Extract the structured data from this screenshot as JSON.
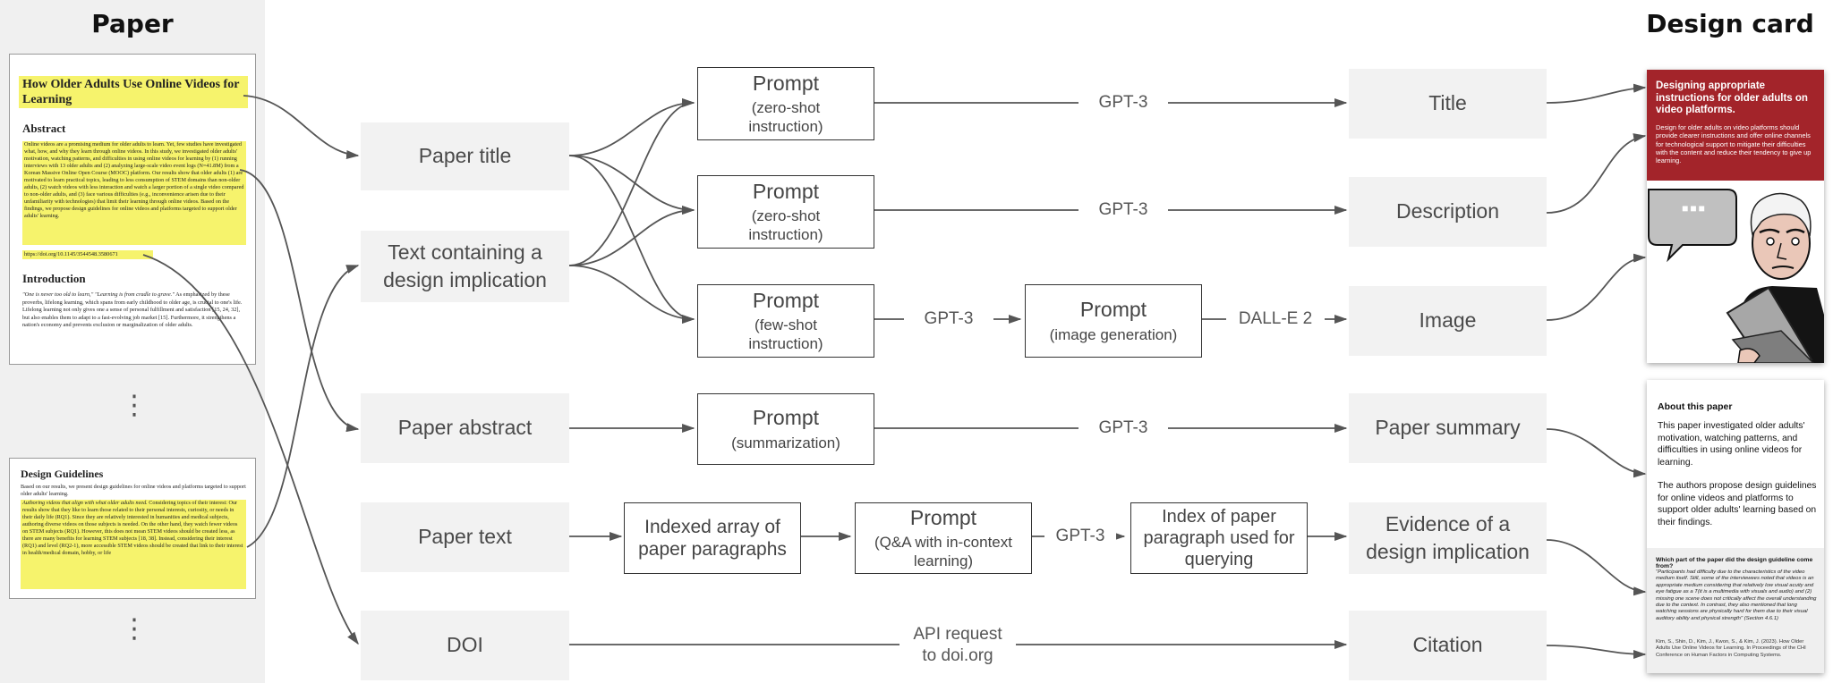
{
  "headings": {
    "paper": "Paper",
    "design_card": "Design card"
  },
  "paper_page1": {
    "title": "How Older Adults Use Online Videos for Learning",
    "abstract_heading": "Abstract",
    "abstract_text": "Online videos are a promising medium for older adults to learn. Yet, few studies have investigated what, how, and why they learn through online videos. In this study, we investigated older adults' motivation, watching patterns, and difficulties in using online videos for learning by (1) running interviews with 13 older adults and (2) analyzing large-scale video event logs (N=41.8M) from a Korean Massive Online Open Course (MOOC) platform. Our results show that older adults (1) are motivated to learn practical topics, leading to less consumption of STEM domains than non-older adults, (2) watch videos with less interaction and watch a larger portion of a single video compared to non-older adults, and (3) face various difficulties (e.g., inconvenience arisen due to their unfamiliarity with technologies) that limit their learning through online videos. Based on the findings, we propose design guidelines for online videos and platforms targeted to support older adults' learning.",
    "doi": "https://doi.org/10.1145/3544548.3580671",
    "intro_heading": "Introduction",
    "intro_text_italic": "\"One is never too old to learn,\" \"Learning is from cradle to grave.\"",
    "intro_text": " As emphasized by these proverbs, lifelong learning, which spans from early childhood to older age, is crucial to one's life. Lifelong learning not only gives one a sense of personal fulfillment and satisfaction [15, 24, 32], but also enables them to adapt to a fast-evolving job market [15]. Furthermore, it strengthens a nation's economy and prevents exclusion or marginalization of older adults."
  },
  "paper_page2": {
    "heading": "Design Guidelines",
    "text_plain": "Based on our results, we present design guidelines for online videos and platforms targeted to support older adults' learning.",
    "text_italic": "Authoring videos that align with what older adults need.",
    "text_hl": " Considering topics of their interest: Our results show that they like to learn those related to their personal interests, curiosity, or needs in their daily life (RQ1). Since they are relatively interested in humanities and medical subjects, authoring diverse videos on those subjects is needed. On the other hand, they watch fewer videos on STEM subjects (RQ1). However, this does not mean STEM videos should be created less, as there are many benefits for learning STEM subjects [18, 38]. Instead, considering their interest (RQ1) and level (RQ2-1), more accessible STEM videos should be created that link to their interest in health/medical domain, hobby, or life"
  },
  "nodes": {
    "paper_title": "Paper title",
    "design_implication": "Text containing a design implication",
    "paper_abstract": "Paper abstract",
    "paper_text": "Paper text",
    "doi": "DOI",
    "prompt_label": "Prompt",
    "zero_shot": "(zero-shot instruction)",
    "few_shot": "(few-shot instruction)",
    "image_generation": "(image generation)",
    "summarization": "(summarization)",
    "qa": "(Q&A with in-context learning)",
    "indexed_array": "Indexed array of paper paragraphs",
    "index_used": "Index of paper paragraph used for querying",
    "out_title": "Title",
    "out_description": "Description",
    "out_image": "Image",
    "out_summary": "Paper summary",
    "out_evidence": "Evidence of a design implication",
    "out_citation": "Citation"
  },
  "edge_labels": {
    "gpt3": "GPT-3",
    "dalle2": "DALL-E 2",
    "api_request": "API request to doi.org"
  },
  "card_front": {
    "title": "Designing appropriate instructions for older adults on video platforms.",
    "description": "Design for older adults on video platforms should provide clearer instructions and offer online channels for technological support to mitigate their difficulties with the content and reduce their tendency to give up learning.",
    "speech_dots": "■■■",
    "accent_color": "#a3242a"
  },
  "card_back": {
    "about_heading": "About this paper",
    "summary_p1": "This paper investigated older adults' motivation, watching patterns, and difficulties in using online videos for learning.",
    "summary_p2": "The authors propose design guidelines for online videos and platforms to support older adults' learning based on their findings.",
    "evidence_q": "Which part of the paper did the design guideline come from?",
    "evidence_text": "\"Participants had difficulty due to the characteristics of the video medium itself. Still, some of the interviewees noted that videos is an appropriate medium considering that relatively low visual acuity and eye fatigue as a T(it is a multimedia with visuals and audio) and (2) missing one scene does not critically affect the overall understanding due to the context. In contrast, they also mentioned that long watching sessions are physically hard for them due to their visual auditory ability and physical strength\" (Section 4.6.1)",
    "citation": "Kim, S., Shin, D., Kim, J., Kwon, S., & Kim, J. (2023). How Older Adults Use Online Videos for Learning. In Proceedings of the CHI Conference on Human Factors in Computing Systems."
  },
  "ellipsis": "⋮"
}
